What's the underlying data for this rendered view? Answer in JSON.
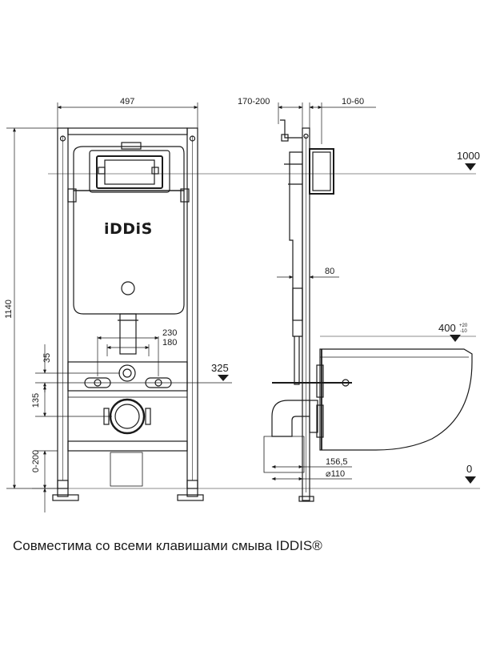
{
  "front_view": {
    "width_dim": "497",
    "height_dim": "1140",
    "brand_logo": "iDDiS",
    "logo_mark": "®",
    "dim_230": "230",
    "dim_180": "180",
    "dim_35": "35",
    "dim_135": "135",
    "dim_0_200": "0-200",
    "level_325": "325"
  },
  "side_view": {
    "dim_170_200": "170-200",
    "dim_10_60": "10-60",
    "dim_80": "80",
    "dim_156_5": "156,5",
    "dim_d110": "⌀110",
    "level_1000": "1000",
    "level_400": "400",
    "level_400_tol_plus": "+20",
    "level_400_tol_minus": "-10",
    "level_0": "0"
  },
  "caption": "Совместима со всеми клавишами смыва IDDIS®"
}
